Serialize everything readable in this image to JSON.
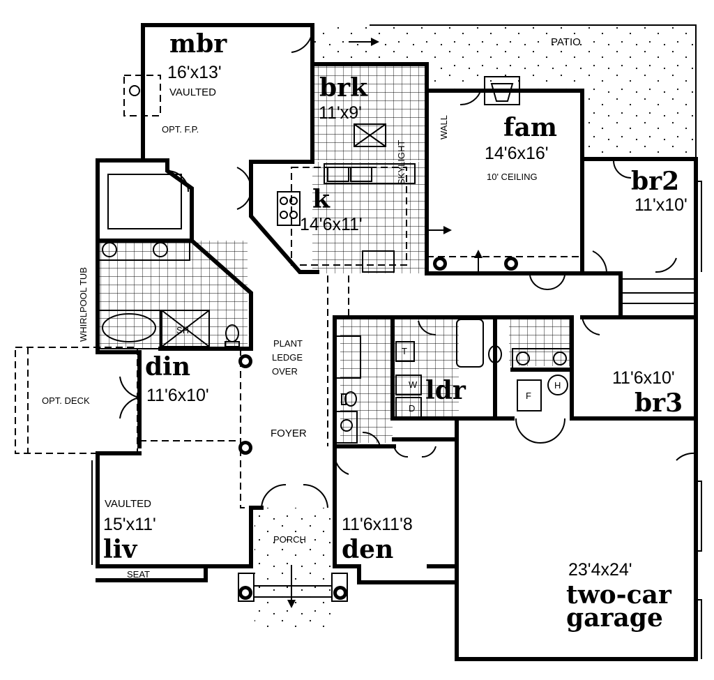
{
  "rooms": {
    "mbr": {
      "name": "mbr",
      "dim": "16'x13'",
      "note": "VAULTED",
      "opt": "OPT. F.P."
    },
    "brk": {
      "name": "brk",
      "dim": "11'x9'",
      "note": "SKYLIGHT"
    },
    "k": {
      "name": "k",
      "dim": "14'6x11'"
    },
    "fam": {
      "name": "fam",
      "dim": "14'6x16'",
      "note": "10' CEILING",
      "wall": "WALL"
    },
    "br2": {
      "name": "br2",
      "dim": "11'x10'"
    },
    "br3": {
      "name": "br3",
      "dim": "11'6x10'"
    },
    "din": {
      "name": "din",
      "dim": "11'6x10'"
    },
    "liv": {
      "name": "liv",
      "dim": "15'x11'",
      "note": "VAULTED",
      "seat": "SEAT"
    },
    "den": {
      "name": "den",
      "dim": "11'6x11'8"
    },
    "ldr": {
      "name": "ldr",
      "w": "W",
      "d": "D",
      "t": "T"
    },
    "garage": {
      "dim": "23'4x24'",
      "line1": "two-car",
      "line2": "garage"
    }
  },
  "labels": {
    "patio": "PATIO",
    "whirlpool": "WHIRLPOOL TUB",
    "sh": "SH",
    "opt_deck": "OPT. DECK",
    "plant": "PLANT",
    "ledge": "LEDGE",
    "over": "OVER",
    "foyer": "FOYER",
    "porch": "PORCH",
    "furnace": "F",
    "heater": "H"
  }
}
